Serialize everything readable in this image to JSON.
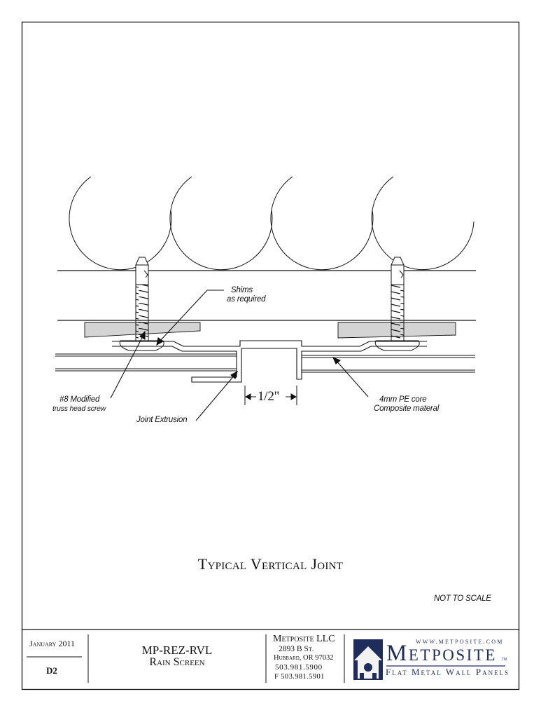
{
  "labels": {
    "shims": [
      "Shims",
      "as required"
    ],
    "screw": [
      "#8 Modified",
      "truss head screw"
    ],
    "joint_extrusion": "Joint Extrusion",
    "composite": [
      "4mm PE core",
      "Composite materal"
    ],
    "dimension": "1/2\""
  },
  "title": "Typical Vertical Joint",
  "scale_note": "NOT TO SCALE",
  "title_block": {
    "date": "January 2011",
    "sheet": "D2",
    "drawing_code": "MP-REZ-RVL",
    "drawing_name": "Rain Screen",
    "company": "Metposite LLC",
    "address_1": "2893 B St.",
    "address_2": "Hubbard, OR 97032",
    "phone": "503.981.5900",
    "fax": "F 503.981.5901"
  },
  "logo": {
    "url": "WWW.METPOSITE.COM",
    "name": "Metposite",
    "tm": "TM",
    "tagline": "Flat Metal Wall Panels",
    "brand_color": "#1f2d5c"
  }
}
